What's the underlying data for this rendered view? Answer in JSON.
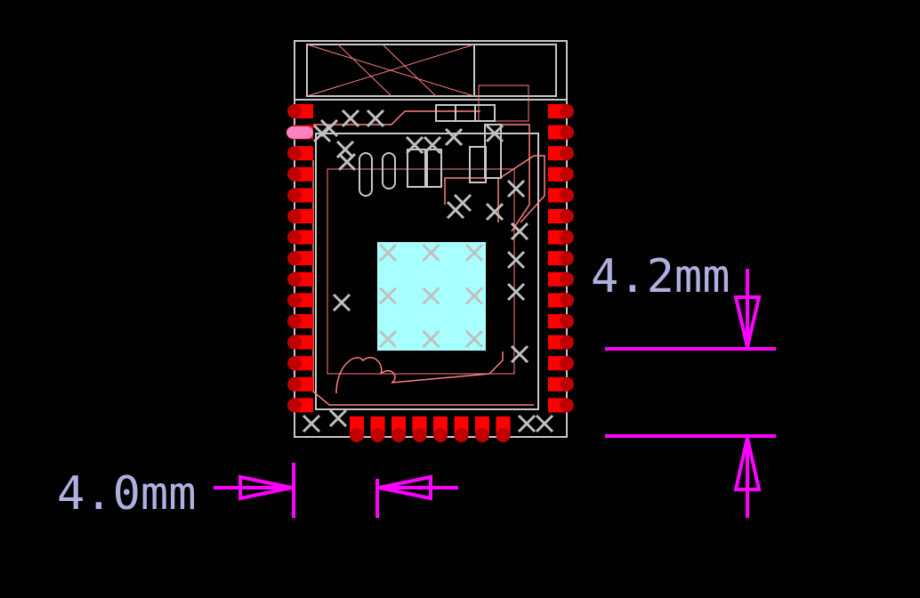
{
  "dimensions": {
    "vertical": {
      "label": "4.2mm"
    },
    "horizontal": {
      "label": "4.0mm"
    }
  },
  "module": {
    "left_pad_count": 15,
    "right_pad_count": 15,
    "bottom_pad_count": 8,
    "thermal_via_rows": 3,
    "thermal_via_cols": 3
  },
  "colors": {
    "background": "#000000",
    "pad": "#ff0000",
    "pad_dark": "#c00000",
    "outline": "#c8c8c8",
    "trace": "#ff8080",
    "thermal_pad": "#a8ffff",
    "via_mark": "#c0c0c0",
    "dimension": "#ff00ff",
    "label": "#b0b0e0"
  }
}
